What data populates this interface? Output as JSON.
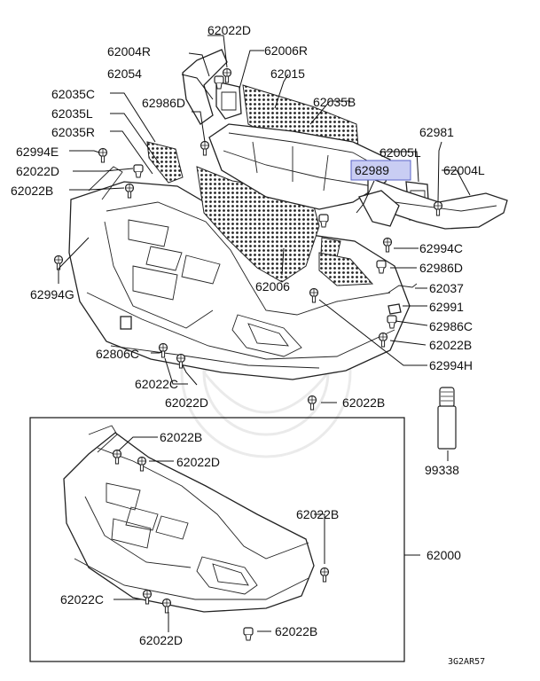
{
  "figure": {
    "drawing_code": "3G2AR57",
    "highlighted_part": "62989"
  },
  "upper_labels": {
    "l_62022D_top": "62022D",
    "l_62004R": "62004R",
    "l_62006R": "62006R",
    "l_62054": "62054",
    "l_62015": "62015",
    "l_62035C": "62035C",
    "l_62986D_top": "62986D",
    "l_62035B": "62035B",
    "l_62035L": "62035L",
    "l_62035R": "62035R",
    "l_62981": "62981",
    "l_62994E": "62994E",
    "l_62005L": "62005L",
    "l_62022D_left": "62022D",
    "l_62989": "62989",
    "l_62004L": "62004L",
    "l_62022B_left": "62022B",
    "l_62994C": "62994C",
    "l_62986D_right": "62986D",
    "l_62994G": "62994G",
    "l_62006": "62006",
    "l_62037": "62037",
    "l_62991": "62991",
    "l_62986C": "62986C",
    "l_62022B_right": "62022B",
    "l_62806C": "62806C",
    "l_62994H": "62994H",
    "l_62022C_mid": "62022C",
    "l_62022D_mid": "62022D",
    "l_62022B_mid": "62022B",
    "l_99338": "99338"
  },
  "box_labels": {
    "l_62022B_b1": "62022B",
    "l_62022D_b1": "62022D",
    "l_62022B_b2": "62022B",
    "l_62000": "62000",
    "l_62022C_b": "62022C",
    "l_62022D_b2": "62022D",
    "l_62022B_b3": "62022B"
  }
}
